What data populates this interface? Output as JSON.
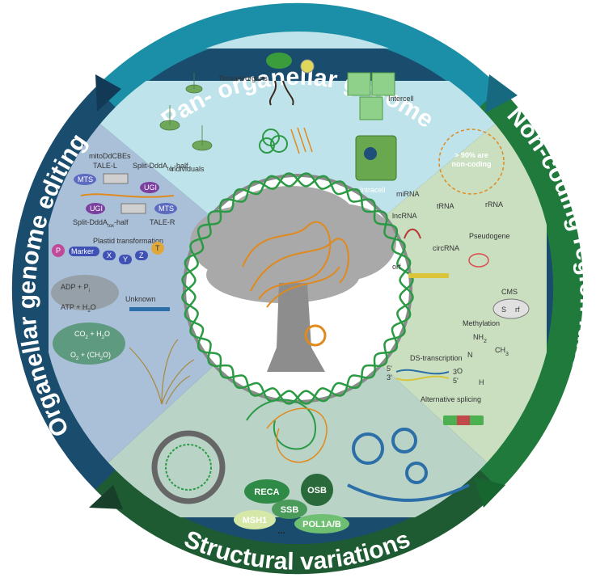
{
  "ring_titles": {
    "top": "Pan- organellar genome",
    "right": "Non-coding region function",
    "bottom": "Structural variations",
    "left": "Organellar genome editing"
  },
  "pan_genome": {
    "tissues": "Tissues/organs",
    "intercell": "Intercell",
    "individuals": "Individuals",
    "intracell": "Intracell"
  },
  "non_coding": {
    "badge_line1": "> 90% are",
    "badge_line2": "non-coding",
    "mirna": "miRNA",
    "trna": "tRNA",
    "rrna": "rRNA",
    "lncrna": "lncRNA",
    "pseudogene": "Pseudogene",
    "orf": "orf",
    "circrna": "circRNA",
    "cms": "CMS",
    "cms_s": "S",
    "cms_rf": "rf",
    "methylation": "Methylation",
    "nh2": "NH",
    "nh2_sub": "2",
    "n_atom": "N",
    "o_atom": "O",
    "h_atom": "H",
    "ch3": "CH",
    "ch3_sub": "3",
    "ds_transcription": "DS-transcription",
    "five_prime": "5'",
    "three_prime": "3'",
    "alt_splicing": "Alternative splicing"
  },
  "editing": {
    "mitoddcbes": "mitoDdCBEs",
    "tale_l": "TALE-L",
    "split_n": "Split-DddA",
    "split_n_sub": "tox",
    "split_n_tail": "-half",
    "split_c": "Split-DddA",
    "split_c_sub": "tox",
    "split_c_tail": "-half",
    "tale_r": "TALE-R",
    "mts": "MTS",
    "ugi": "UGI",
    "plastid": "Plastid transformation",
    "p": "P",
    "marker": "Marker",
    "x": "X",
    "y": "Y",
    "z": "Z",
    "t": "T",
    "adp": "ADP + P",
    "adp_sub": "i",
    "atp": "ATP + H",
    "atp_sub": "2",
    "atp_tail": "O",
    "unknown": "Unknown",
    "co2": "CO",
    "co2_sub": "2",
    "co2_mid": " + H",
    "co2_sub2": "2",
    "co2_tail": "O",
    "o2": "O",
    "o2_sub": "2",
    "o2_mid": " + (CH",
    "o2_sub2": "2",
    "o2_tail": "O)"
  },
  "structural": {
    "reca": "RECA",
    "osb": "OSB",
    "ssb": "SSB",
    "msh1": "MSH1",
    "pol": "POL1A/B",
    "ellipsis": "..."
  },
  "colors": {
    "ring_teal": "#1c8fa8",
    "ring_green": "#1f7a3c",
    "ring_dark_green": "#1e5b32",
    "ring_navy": "#1a4c6e",
    "quad_top": "#bfe3ea",
    "quad_right": "#c9dfc0",
    "quad_bottom": "#b9d3c6",
    "quad_left": "#a9c0d8",
    "helix_green": "#2b9a45",
    "helix_orange": "#e08a1e"
  }
}
